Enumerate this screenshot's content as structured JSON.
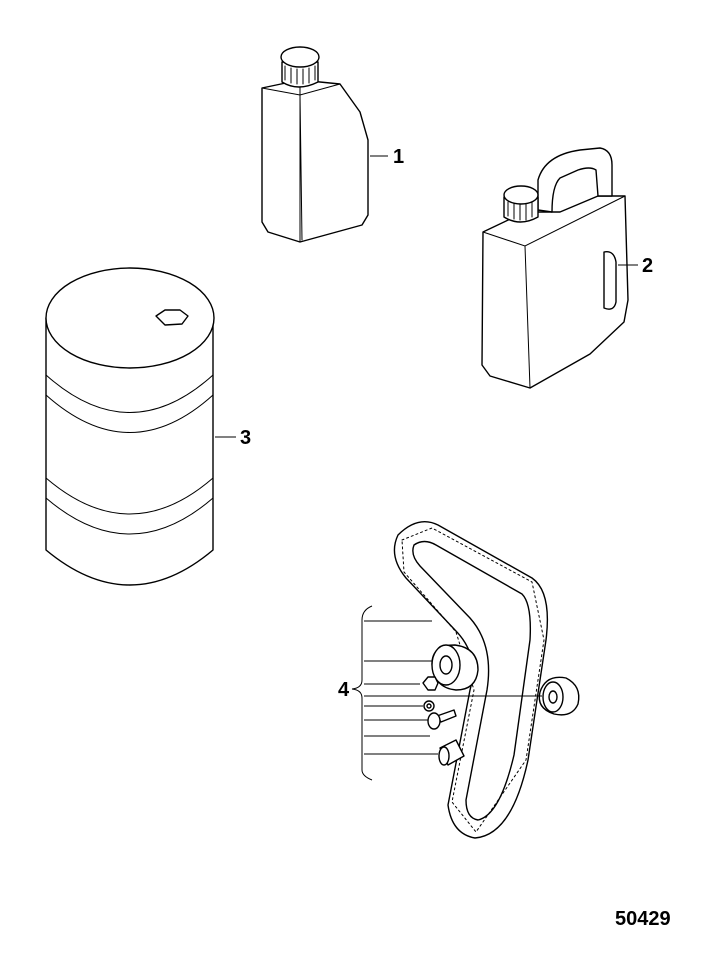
{
  "callouts": {
    "item_1": "1",
    "item_2": "2",
    "item_3": "3",
    "item_4": "4"
  },
  "figure_number": "50429"
}
